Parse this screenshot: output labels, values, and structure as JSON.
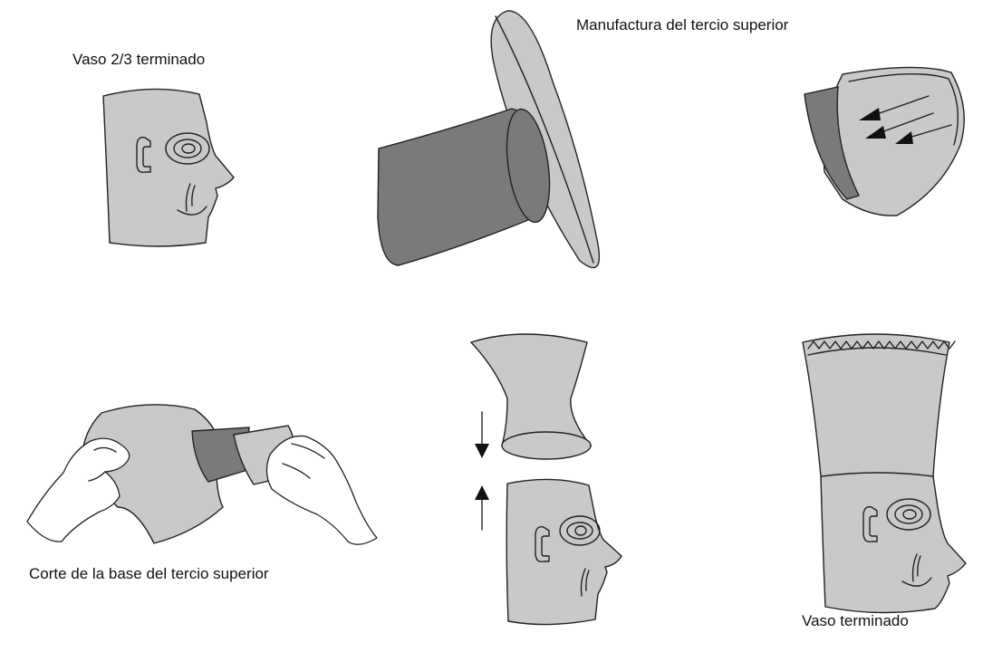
{
  "labels": {
    "vaso_23": "Vaso 2/3 terminado",
    "manufactura": "Manufactura del tercio superior",
    "corte": "Corte de la base del tercio superior",
    "vaso_final": "Vaso terminado"
  },
  "colors": {
    "clay": "#c9c9c9",
    "clay_dark": "#7a7a7a",
    "outline": "#222222",
    "background": "#ffffff"
  }
}
